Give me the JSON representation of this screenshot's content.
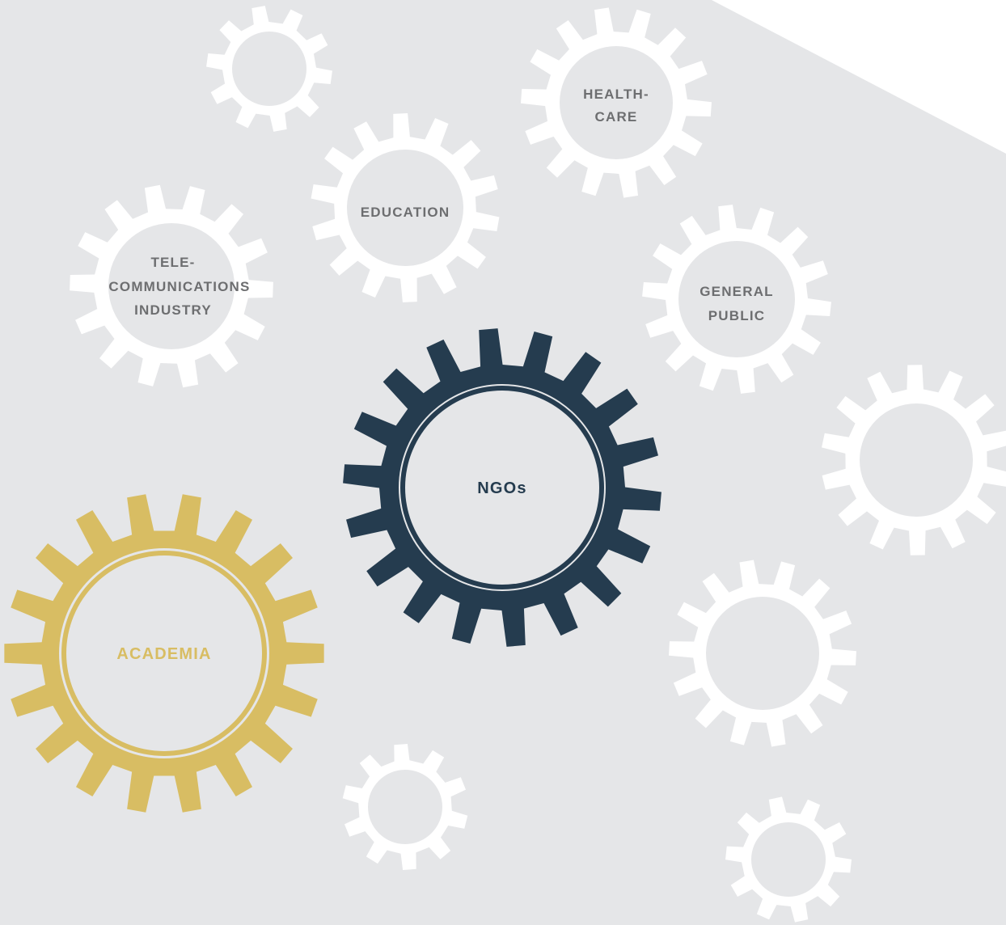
{
  "colors": {
    "background": "#e5e6e8",
    "gear_white": "#ffffff",
    "gear_navy": "#253c4f",
    "gear_gold": "#d8bd63",
    "label_gray": "#6d6e70"
  },
  "gears": {
    "healthcare": {
      "lines": [
        "HEALTH-",
        "CARE"
      ]
    },
    "education": {
      "lines": [
        "EDUCATION"
      ]
    },
    "telecom": {
      "lines": [
        "TELE-",
        "COMMUNICATIONS",
        "INDUSTRY"
      ]
    },
    "general_public": {
      "lines": [
        "GENERAL",
        "PUBLIC"
      ]
    },
    "ngos": {
      "lines": [
        "NGOs"
      ]
    },
    "academia": {
      "lines": [
        "ACADEMIA"
      ]
    }
  }
}
